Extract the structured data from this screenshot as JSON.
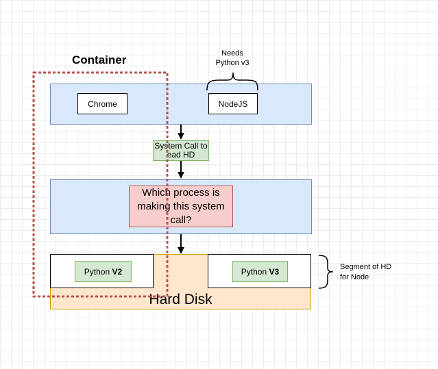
{
  "container": {
    "title": "Container"
  },
  "note": {
    "line1": "Needs",
    "line2": "Python v3"
  },
  "user_space": {
    "chrome_label": "Chrome",
    "nodejs_label": "NodeJS"
  },
  "syscall": {
    "line1": "System Call to",
    "line2": "ead HD"
  },
  "kernel": {
    "question_line1": "Which process is",
    "question_line2": "making this system",
    "question_line3": "call?"
  },
  "disk": {
    "label": "Hard Disk",
    "python_v2_prefix": "Python ",
    "python_v2_version": "V2",
    "python_v3_prefix": "Python ",
    "python_v3_version": "V3"
  },
  "segment": {
    "line1": "Segment of HD",
    "line2": "for Node"
  },
  "colors": {
    "blue_fill": "#dae8fc",
    "blue_stroke": "#6c8ebf",
    "green_fill": "#d5e8d4",
    "green_stroke": "#82b366",
    "red_fill": "#f8cecc",
    "red_stroke": "#b85450",
    "orange_fill": "#ffe6cc",
    "orange_stroke": "#d79b00",
    "container_dash": "#b85450"
  }
}
